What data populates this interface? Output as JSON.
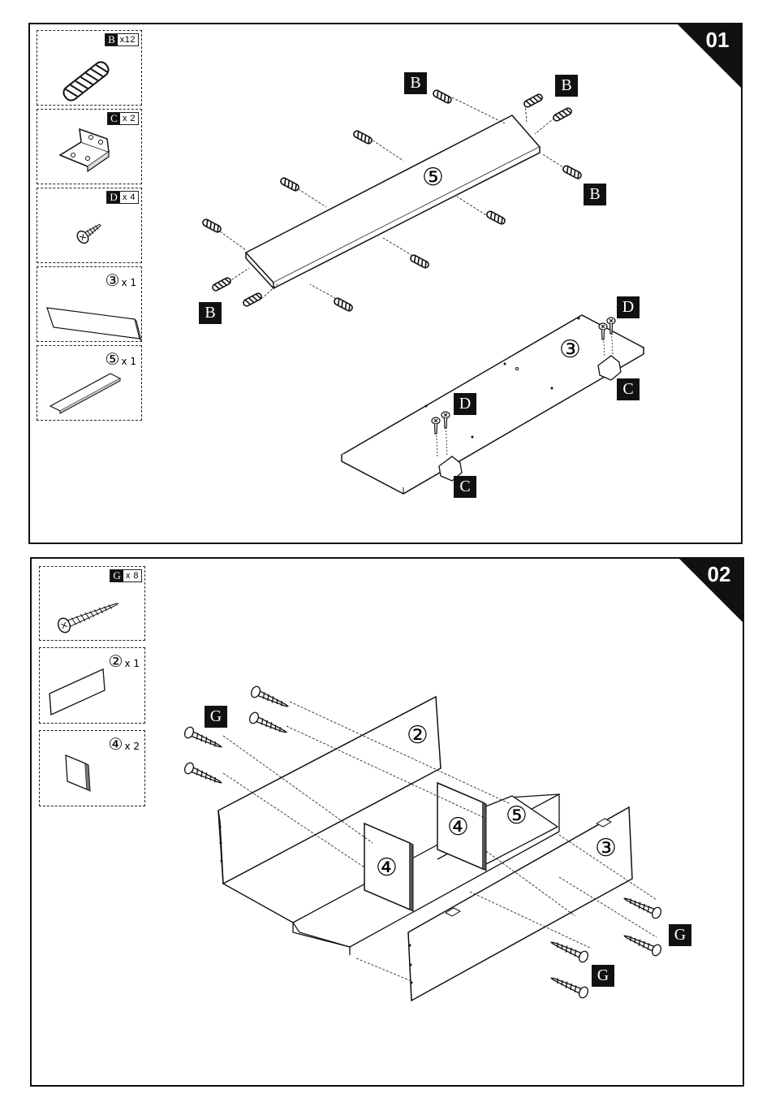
{
  "step1": {
    "number": "01",
    "parts": [
      {
        "key": "B",
        "qty": "x12",
        "name": "dowel"
      },
      {
        "key": "C",
        "qty": "x 2",
        "name": "bracket"
      },
      {
        "key": "D",
        "qty": "x 4",
        "name": "screw"
      },
      {
        "key": "③",
        "qty": "x 1",
        "name": "panel-3"
      },
      {
        "key": "⑤",
        "qty": "x 1",
        "name": "panel-5"
      }
    ],
    "diagram": {
      "panel5_label": "⑤",
      "panel3_label": "③",
      "labels_B": [
        "B",
        "B",
        "B",
        "B"
      ],
      "labels_C": [
        "C",
        "C"
      ],
      "labels_D": [
        "D",
        "D"
      ]
    }
  },
  "step2": {
    "number": "02",
    "parts": [
      {
        "key": "G",
        "qty": "x 8",
        "name": "screw-long"
      },
      {
        "key": "②",
        "qty": "x 1",
        "name": "panel-2"
      },
      {
        "key": "④",
        "qty": "x 2",
        "name": "panel-4"
      }
    ],
    "diagram": {
      "panel2_label": "②",
      "panel4a_label": "④",
      "panel4b_label": "④",
      "panel5_label": "⑤",
      "panel3_label": "③",
      "labels_G": [
        "G",
        "G",
        "G"
      ]
    }
  },
  "colors": {
    "ink": "#111111",
    "paper": "#ffffff"
  }
}
